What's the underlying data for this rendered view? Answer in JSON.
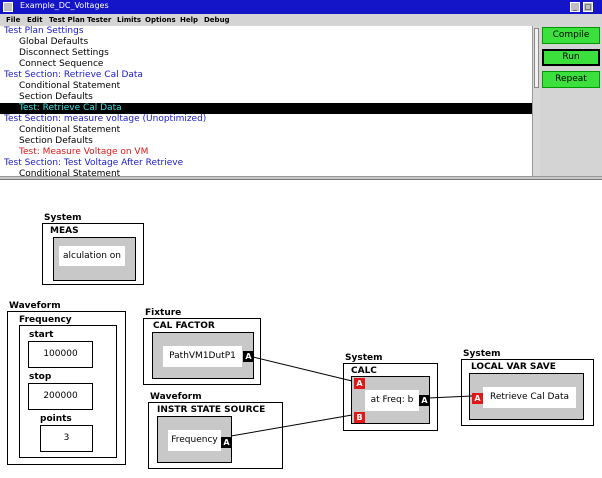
{
  "window": {
    "title": "Example_DC_Voltages"
  },
  "menu": [
    "File",
    "Edit",
    "Test Plan",
    "Tester",
    "Limits",
    "Options",
    "Help",
    "Debug"
  ],
  "tree": [
    {
      "label": "Test Plan Settings",
      "kind": "section"
    },
    {
      "label": "Global Defaults",
      "kind": "child"
    },
    {
      "label": "Disconnect Settings",
      "kind": "child"
    },
    {
      "label": "Connect Sequence",
      "kind": "child"
    },
    {
      "label": "Test Section: Retrieve Cal Data",
      "kind": "section"
    },
    {
      "label": "Conditional Statement",
      "kind": "child"
    },
    {
      "label": "Section Defaults",
      "kind": "child"
    },
    {
      "label": "Test: Retrieve Cal Data",
      "kind": "selected"
    },
    {
      "label": "Test Section: measure voltage (Unoptimized)",
      "kind": "section"
    },
    {
      "label": "Conditional Statement",
      "kind": "child"
    },
    {
      "label": "Section Defaults",
      "kind": "child"
    },
    {
      "label": "Test: Measure Voltage on VM",
      "kind": "red"
    },
    {
      "label": "Test Section: Test Voltage After Retrieve",
      "kind": "section"
    },
    {
      "label": "Conditional Statement",
      "kind": "child"
    }
  ],
  "buttons": {
    "compile": "Compile",
    "run": "Run",
    "repeat": "Repeat"
  },
  "diagram": {
    "system_meas": {
      "group": "System",
      "title": "MEAS",
      "value": "alculation on"
    },
    "waveform_freq": {
      "group": "Waveform",
      "title": "Frequency",
      "start_label": "start",
      "start_value": "100000",
      "stop_label": "stop",
      "stop_value": "200000",
      "points_label": "points",
      "points_value": "3"
    },
    "fixture": {
      "group": "Fixture",
      "title": "CAL FACTOR",
      "value": "PathVM1DutP1",
      "port": "A"
    },
    "instr_state": {
      "group": "Waveform",
      "title": "INSTR STATE SOURCE",
      "value": "Frequency",
      "port": "A"
    },
    "calc": {
      "group": "System",
      "title": "CALC",
      "value": "at Freq: b",
      "port_a": "A",
      "port_b": "B",
      "port_out": "A"
    },
    "local_var": {
      "group": "System",
      "title": "LOCAL VAR SAVE",
      "value": "Retrieve Cal Data",
      "port": "A"
    }
  },
  "colors": {
    "section": "#1a1acc",
    "selected_bg": "#000000",
    "selected_fg": "#3ee0e0",
    "red_test": "#e01818",
    "button_green": "#3ce03c",
    "titlebar": "#1414c8"
  }
}
